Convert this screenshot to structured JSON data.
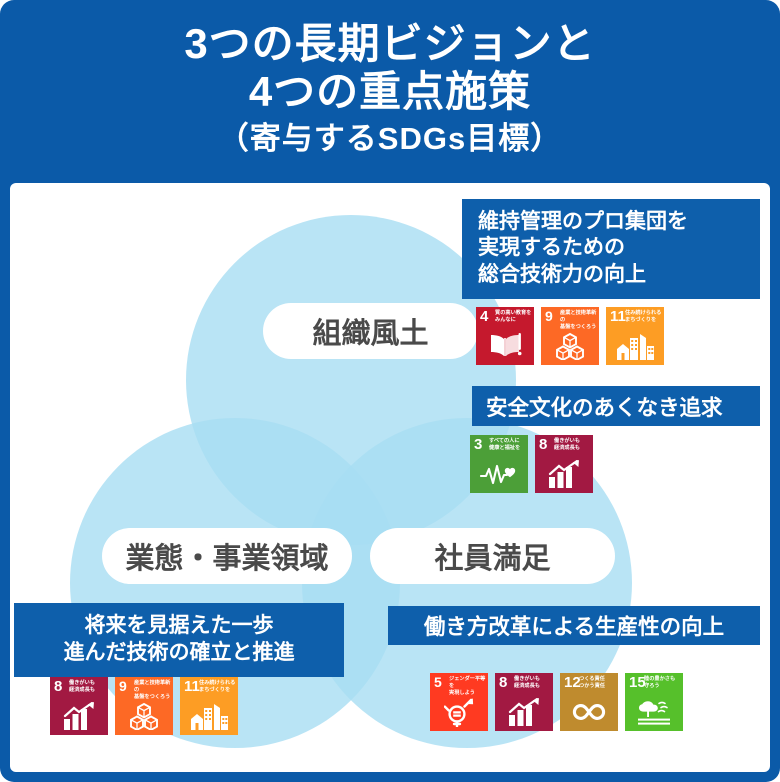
{
  "header": {
    "line1": "3つの長期ビジョンと",
    "line2": "4つの重点施策",
    "line3": "（寄与するSDGs目標）",
    "bg_color": "#0B5AA8",
    "text_color": "#FFFFFF"
  },
  "theme": {
    "frame_blue": "#0B5AA8",
    "callout_blue": "#0E5FAB",
    "circle_fill": "#A8DDF2",
    "pill_bg": "#FFFFFF",
    "pill_text": "#4A4A4A",
    "body_bg": "#FFFFFF"
  },
  "circles": [
    {
      "id": "culture",
      "label": "組織風土"
    },
    {
      "id": "business",
      "label": "業態・事業領域"
    },
    {
      "id": "satisfaction",
      "label": "社員満足"
    }
  ],
  "callouts": {
    "pro": {
      "line1": "維持管理のプロ集団を",
      "line2": "実現するための",
      "line3": "総合技術力の向上"
    },
    "safety": {
      "line1": "安全文化のあくなき追求"
    },
    "future": {
      "line1": "将来を見据えた一歩",
      "line2": "進んだ技術の確立と推進"
    },
    "work": {
      "line1": "働き方改革による生産性の向上"
    }
  },
  "sdg_groups": {
    "culture": [
      {
        "number": "4",
        "line1": "質の高い教育を",
        "line2": "みんなに",
        "color": "#C5192D",
        "art": "book"
      },
      {
        "number": "9",
        "line1": "産業と技術革新の",
        "line2": "基盤をつくろう",
        "color": "#FD6925",
        "art": "cubes"
      },
      {
        "number": "11",
        "line1": "住み続けられる",
        "line2": "まちづくりを",
        "color": "#FD9D24",
        "art": "city"
      }
    ],
    "safety": [
      {
        "number": "3",
        "line1": "すべての人に",
        "line2": "健康と福祉を",
        "color": "#4C9F38",
        "art": "pulse"
      },
      {
        "number": "8",
        "line1": "働きがいも",
        "line2": "経済成長も",
        "color": "#A21942",
        "art": "growth"
      }
    ],
    "future": [
      {
        "number": "8",
        "line1": "働きがいも",
        "line2": "経済成長も",
        "color": "#A21942",
        "art": "growth"
      },
      {
        "number": "9",
        "line1": "産業と技術革新の",
        "line2": "基盤をつくろう",
        "color": "#FD6925",
        "art": "cubes"
      },
      {
        "number": "11",
        "line1": "住み続けられる",
        "line2": "まちづくりを",
        "color": "#FD9D24",
        "art": "city"
      }
    ],
    "work": [
      {
        "number": "5",
        "line1": "ジェンダー平等を",
        "line2": "実現しよう",
        "color": "#FF3A21",
        "art": "gender"
      },
      {
        "number": "8",
        "line1": "働きがいも",
        "line2": "経済成長も",
        "color": "#A21942",
        "art": "growth"
      },
      {
        "number": "12",
        "line1": "つくる責任",
        "line2": "つかう責任",
        "color": "#BF8B2E",
        "art": "infinity"
      },
      {
        "number": "15",
        "line1": "陸の豊かさも",
        "line2": "守ろう",
        "color": "#56C02B",
        "art": "tree"
      }
    ]
  }
}
